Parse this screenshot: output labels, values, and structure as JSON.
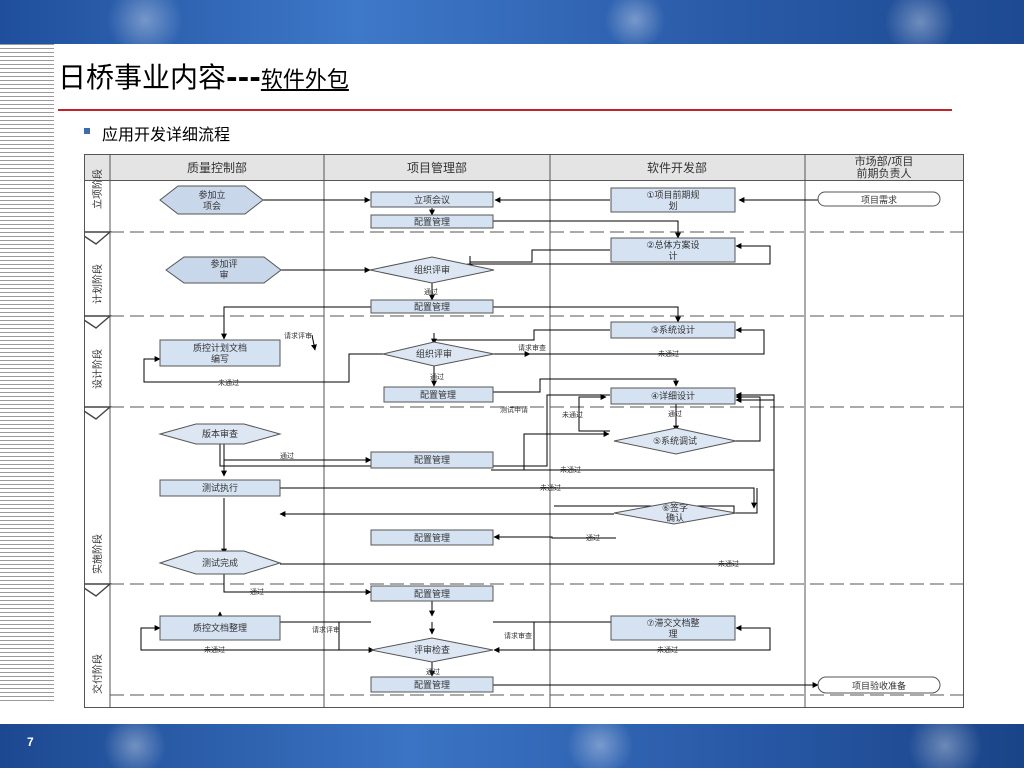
{
  "header": {
    "title_main": "日桥事业内容",
    "title_dashes": "---",
    "title_sub": "软件外包",
    "bullet_text": "应用开发详细流程"
  },
  "footer": {
    "page_number": "7"
  },
  "diagram": {
    "columns": [
      "质量控制部",
      "项目管理部",
      "软件开发部",
      "市场部/项目",
      "前期负责人"
    ],
    "phases": [
      "立项阶段",
      "计划阶段",
      "设计阶段",
      "实施阶段",
      "交付阶段"
    ],
    "nodes": {
      "join_kickoff_1": "参加立",
      "join_kickoff_2": "项会",
      "kickoff": "立项会议",
      "preplan_1": "①项目前期规",
      "preplan_2": "划",
      "proj_req": "项目需求",
      "cfg1": "配置管理",
      "overall_1": "②总体方案设",
      "overall_2": "计",
      "join_review_1": "参加评",
      "join_review_2": "审",
      "org_review1": "组织评审",
      "cfg2": "配置管理",
      "sys_design": "③系统设计",
      "qc_doc_1": "质控计划文档",
      "qc_doc_2": "编写",
      "org_review2": "组织评审",
      "cfg3": "配置管理",
      "detail_design": "④详细设计",
      "version_check": "版本审查",
      "sys_debug": "⑤系统调试",
      "cfg4": "配置管理",
      "test_exec": "测试执行",
      "sign_1": "⑥签字",
      "sign_2": "确认",
      "cfg5": "配置管理",
      "test_done": "测试完成",
      "cfg6": "配置管理",
      "qc_arrange": "质控文档整理",
      "deliver_doc_1": "⑦滞交文档整",
      "deliver_doc_2": "理",
      "review_check": "评审检查",
      "cfg7": "配置管理",
      "acceptance": "项目验收准备"
    },
    "labels": {
      "pass": "通过",
      "fail": "未通过",
      "review_request": "请求评审",
      "review_request_alt": "请求审查",
      "test_request": "测试申请"
    }
  }
}
